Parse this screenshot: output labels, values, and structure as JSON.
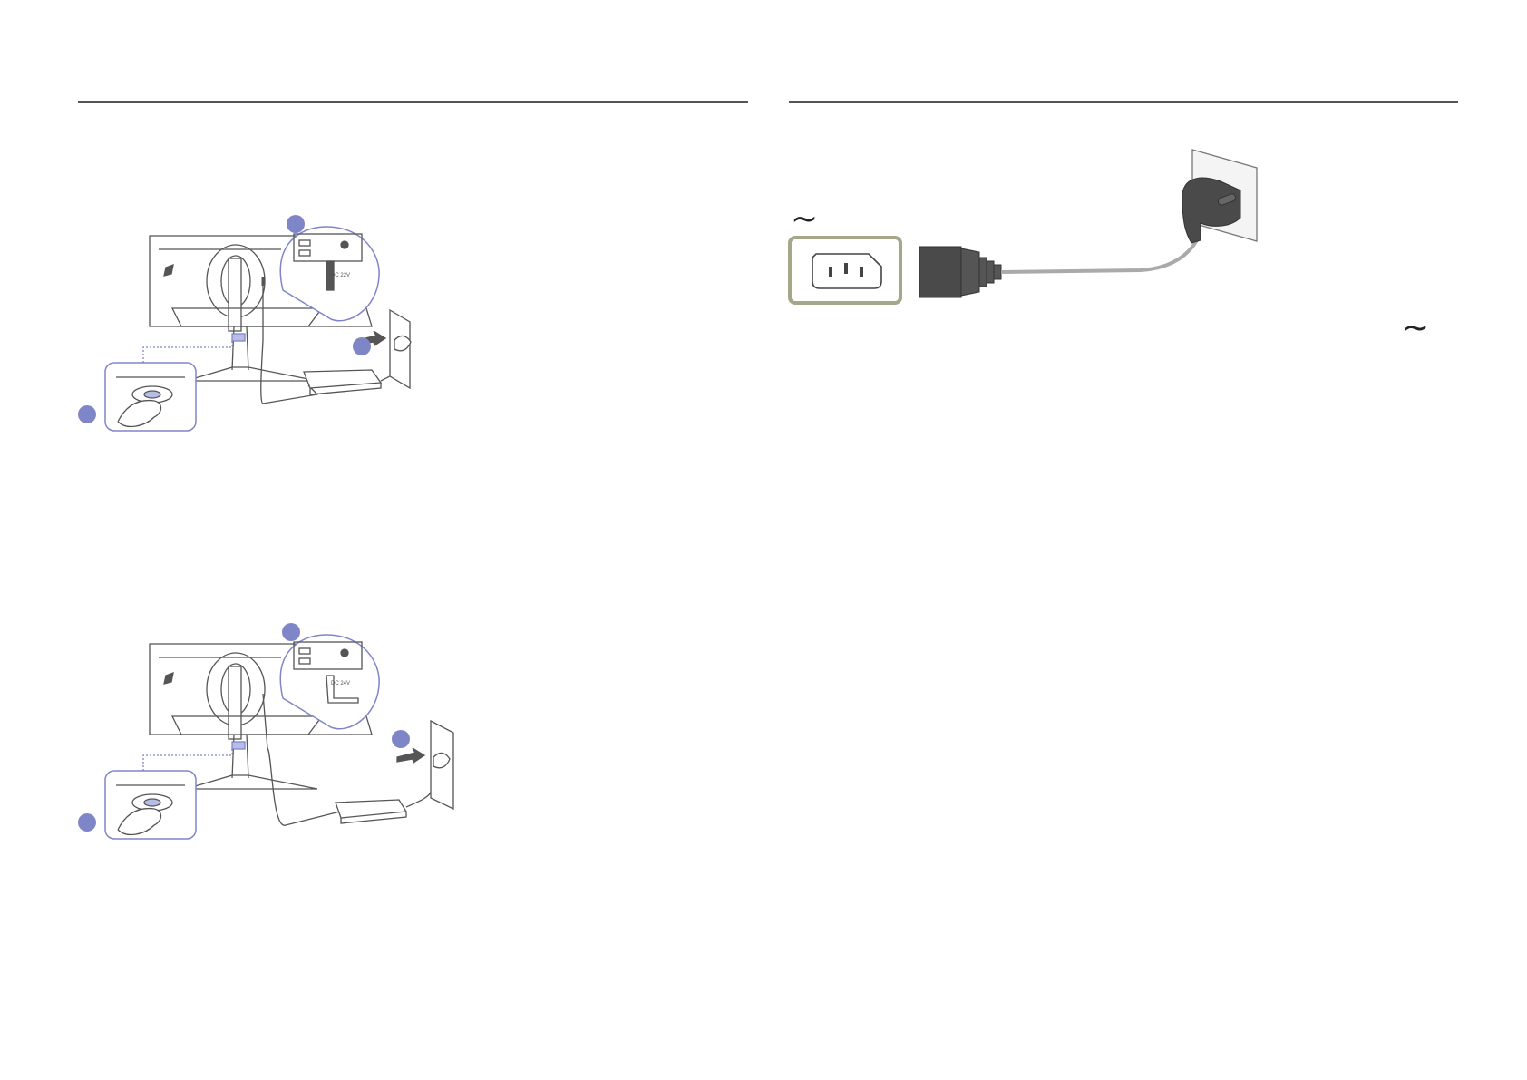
{
  "document": {
    "rules": [
      "left-section-rule",
      "right-section-rule"
    ],
    "figures": {
      "monitor_connection_1": {
        "port_label": "DC 22V",
        "step_badges": [
          "",
          "",
          ""
        ]
      },
      "monitor_connection_2": {
        "port_label": "DC 24V",
        "step_badges": [
          "",
          "",
          ""
        ]
      },
      "ac_cord": {
        "symbol_top": "~",
        "symbol_side": "~"
      }
    },
    "colors": {
      "rule": "#555555",
      "badge": "#7f86c8",
      "callout_outline": "#7f86c8",
      "inlet_frame": "#a5a68a",
      "plug": "#4a4a4a",
      "line_art": "#555555"
    },
    "icons": [
      "monitor-back-illustration",
      "power-button-illustration",
      "wall-outlet-illustration",
      "power-adapter-illustration",
      "ac-inlet-illustration",
      "ac-plug-illustration"
    ]
  }
}
